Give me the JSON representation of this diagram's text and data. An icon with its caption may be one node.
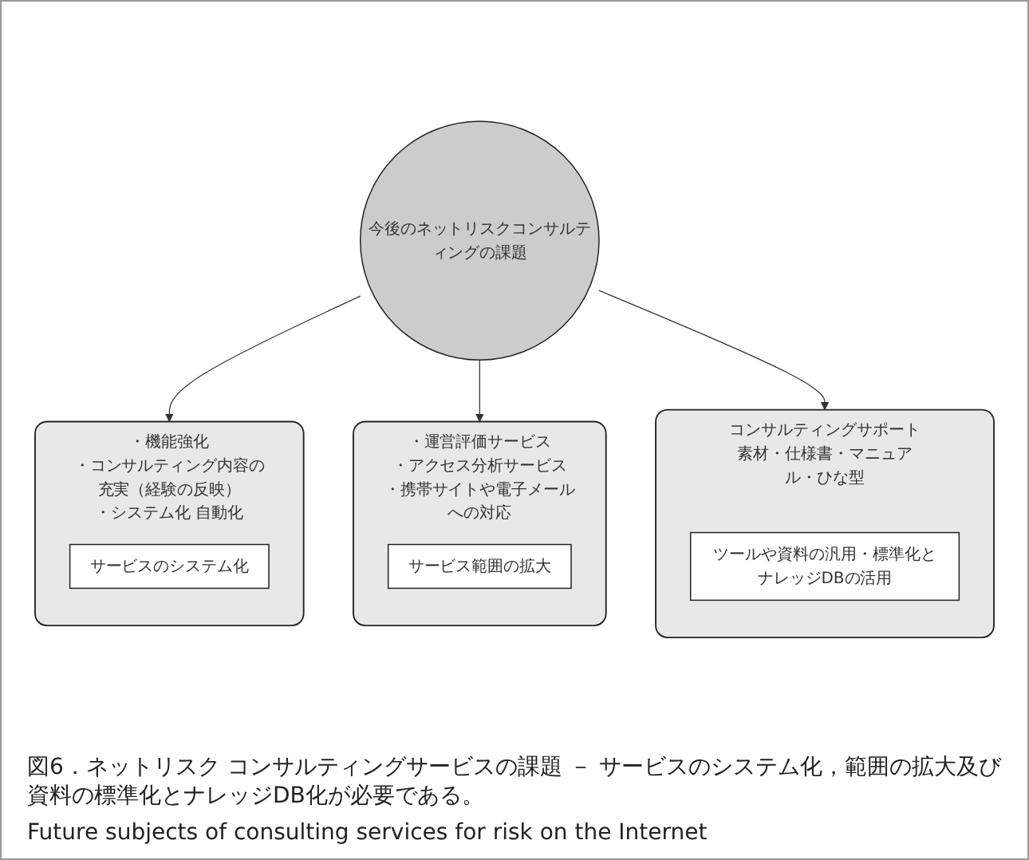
{
  "diagram": {
    "caption": "図6．ネットリスク コンサルティングサービスの課題 － サービスのシステム化，範囲の拡大及び資料の標準化とナレッジDB化が必要である。",
    "nodes": [
      {
        "text": [
          "今後のネットリスクコンサルティングの課題"
        ]
      },
      {
        "text": [
          "・機能強化",
          "・コンサルティング内容の充実（経験の反映）",
          "・システム化 自動化"
        ]
      },
      {
        "text": [
          "サービスのシステム化"
        ],
        "in": 1
      },
      {
        "text": [
          "・運営評価サービス",
          "・アクセス分析サービス",
          "・携帯サイトや電子メールへの対応"
        ]
      },
      {
        "text": [
          "サービス範囲の拡大"
        ],
        "in": 3
      },
      {
        "text": [
          "コンサルティングサポート素材・仕様書・マニュアル・ひな型"
        ]
      },
      {
        "text": [
          "ツールや資料の汎用・標準化とナレッジDBの活用"
        ],
        "in": 5
      }
    ],
    "edges": [
      {
        "from": 0,
        "to": 1,
        "arrow": "to"
      },
      {
        "from": 0,
        "to": 3,
        "arrow": "to"
      },
      {
        "from": 0,
        "to": 5,
        "arrow": "to"
      }
    ],
    "labels": [
      "Future subjects of consulting services for risk on the Internet"
    ]
  }
}
